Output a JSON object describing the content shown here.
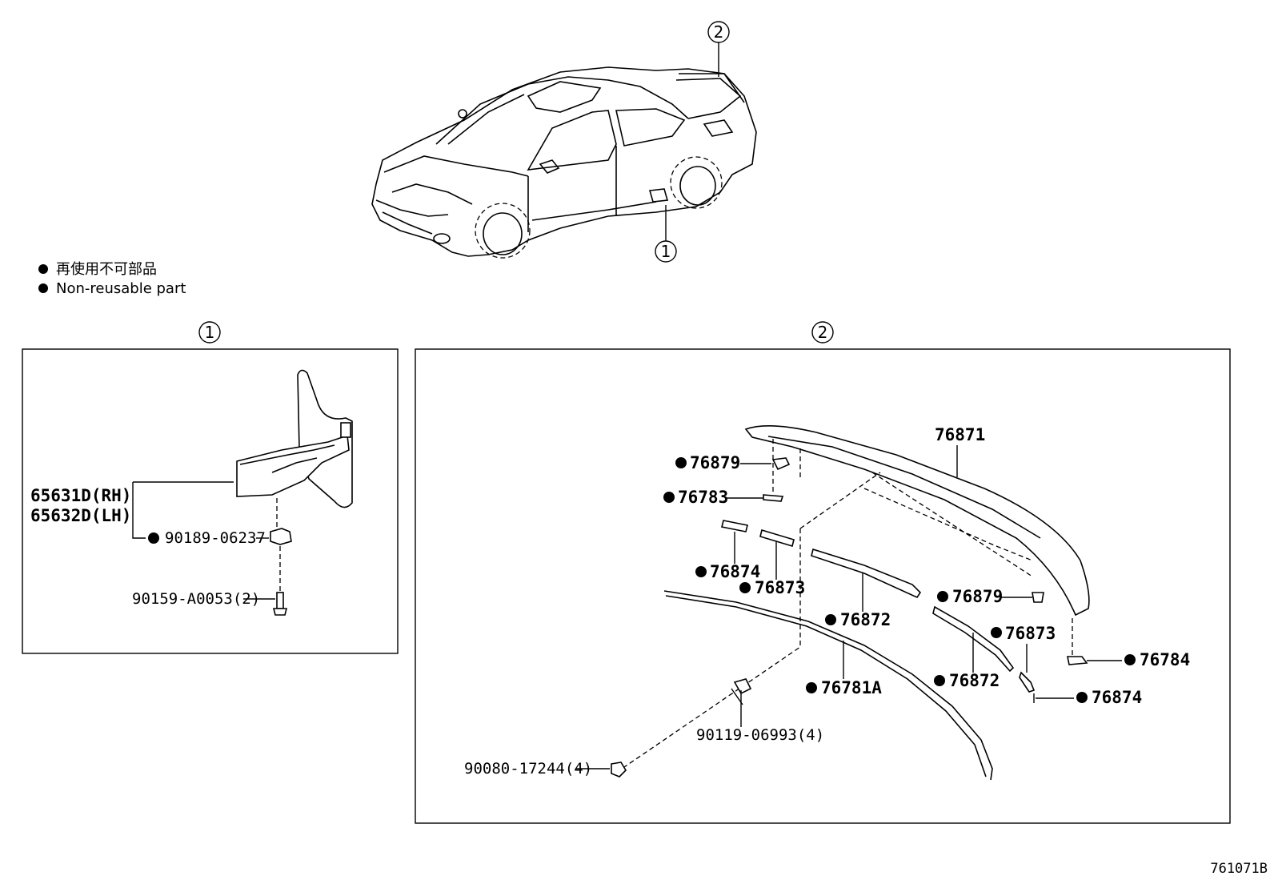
{
  "legend": {
    "jp": "再使用不可部品",
    "en": "Non-reusable part"
  },
  "callouts": {
    "one": "①",
    "two": "②"
  },
  "panel1": {
    "part_rh": "65631D(RH)",
    "part_lh": "65632D(LH)",
    "clip": "90189-06237",
    "screw": "90159-A0053(2)"
  },
  "panel2": {
    "spoiler": "76871",
    "nut_top": "76879",
    "plate_top": "76783",
    "gasket_a": "76874",
    "gasket_b": "76873",
    "tape_a": "76872",
    "nut_right": "76879",
    "gasket_c": "76873",
    "bracket": "76784",
    "seal": "76781A",
    "tape_b": "76872",
    "gasket_d": "76874",
    "bolt": "90119-06993(4)",
    "grommet": "90080-17244(4)"
  },
  "diagram_id": "761071B"
}
